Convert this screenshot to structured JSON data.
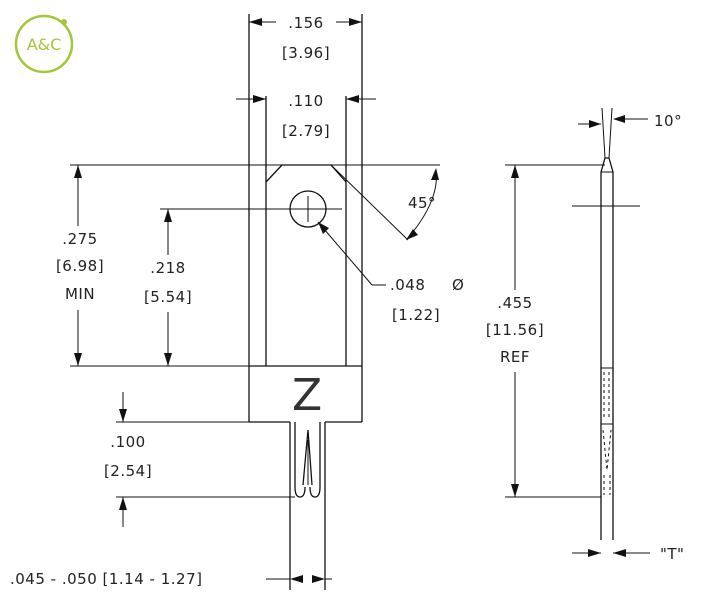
{
  "logo": {
    "text": "A&C",
    "color": "#a4c639"
  },
  "dimensions": {
    "width_outer": {
      "in": ".156",
      "mm": "[3.96]"
    },
    "width_inner": {
      "in": ".110",
      "mm": "[2.79]"
    },
    "height_min": {
      "in": ".275",
      "mm": "[6.98]",
      "note": "MIN"
    },
    "hole_center": {
      "in": ".218",
      "mm": "[5.54]"
    },
    "chamfer_angle": "45°",
    "hole_diameter": {
      "in": ".048",
      "symbol": "Ø",
      "mm": "[1.22]"
    },
    "pin_length": {
      "in": ".100",
      "mm": "[2.54]"
    },
    "overall_ref": {
      "in": ".455",
      "mm": "[11.56]",
      "note": "REF"
    },
    "side_angle": "10°",
    "thickness": "\"T\"",
    "pin_width": ".045 - .050 [1.14 - 1.27]"
  },
  "part_mark": "Z"
}
